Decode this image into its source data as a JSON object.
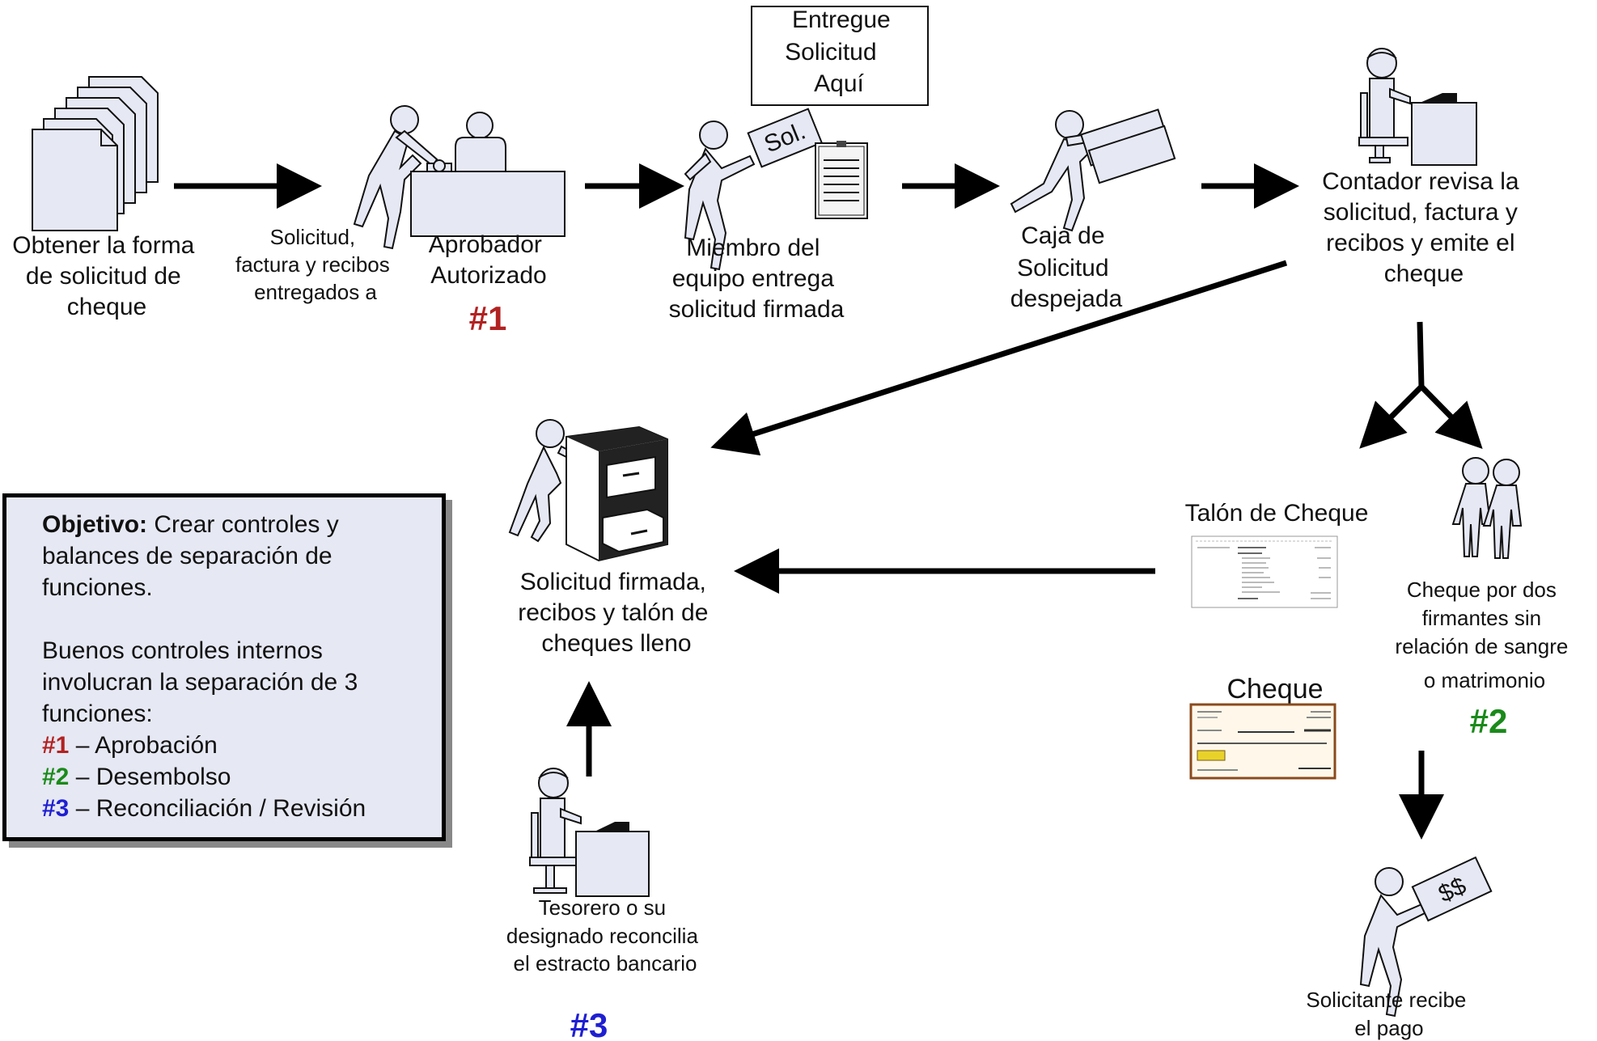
{
  "nodes": {
    "obtain_form": [
      "Obtener la forma",
      "de solicitud de",
      "cheque"
    ],
    "delivered_to": [
      "Solicitud,",
      "factura y recibos",
      "entregados a"
    ],
    "approver": [
      "Aprobador",
      "Autorizado"
    ],
    "approver_num": "#1",
    "deliver_here": [
      "Entregue",
      "Solicitud",
      "Aquí"
    ],
    "sol_sign": "Sol.",
    "team_member": [
      "Miembro del",
      "equipo entrega",
      "solicitud firmada"
    ],
    "box_cleared": [
      "Caja de",
      "Solicitud",
      "despejada"
    ],
    "accountant": [
      "Contador revisa la",
      "solicitud, factura y",
      "recibos y emite el",
      "cheque"
    ],
    "check_stub": "Talón de Cheque",
    "check": "Cheque",
    "two_signers": [
      "Cheque por dos",
      "firmantes sin",
      "relación de sangre",
      "o matrimonio"
    ],
    "two_signers_num": "#2",
    "requester_paid": [
      "Solicitante recibe",
      "el pago"
    ],
    "money_sign": "$$",
    "filed": [
      "Solicitud firmada,",
      "recibos y  talón de",
      "cheques lleno"
    ],
    "treasurer": [
      "Tesorero o su",
      "designado reconcilia",
      "el estracto bancario"
    ],
    "treasurer_num": "#3"
  },
  "objective": {
    "title": "Objetivo:",
    "text": " Crear controles y balances de separación de funciones.",
    "intro": "Buenos controles internos involucran la separación de 3 funciones:",
    "items": [
      {
        "num": "#1",
        "text": " – Aprobación",
        "color": "#b22222"
      },
      {
        "num": "#2",
        "text": " – Desembolso",
        "color": "#1a8a1a"
      },
      {
        "num": "#3",
        "text": " – Reconciliación / Revisión",
        "color": "#1f1fd1"
      }
    ]
  },
  "colors": {
    "num1": "#b22222",
    "num2": "#1a8a1a",
    "num3": "#1f1fd1",
    "figure_fill": "#e6e8f3",
    "box_fill": "#e6e8f3"
  }
}
